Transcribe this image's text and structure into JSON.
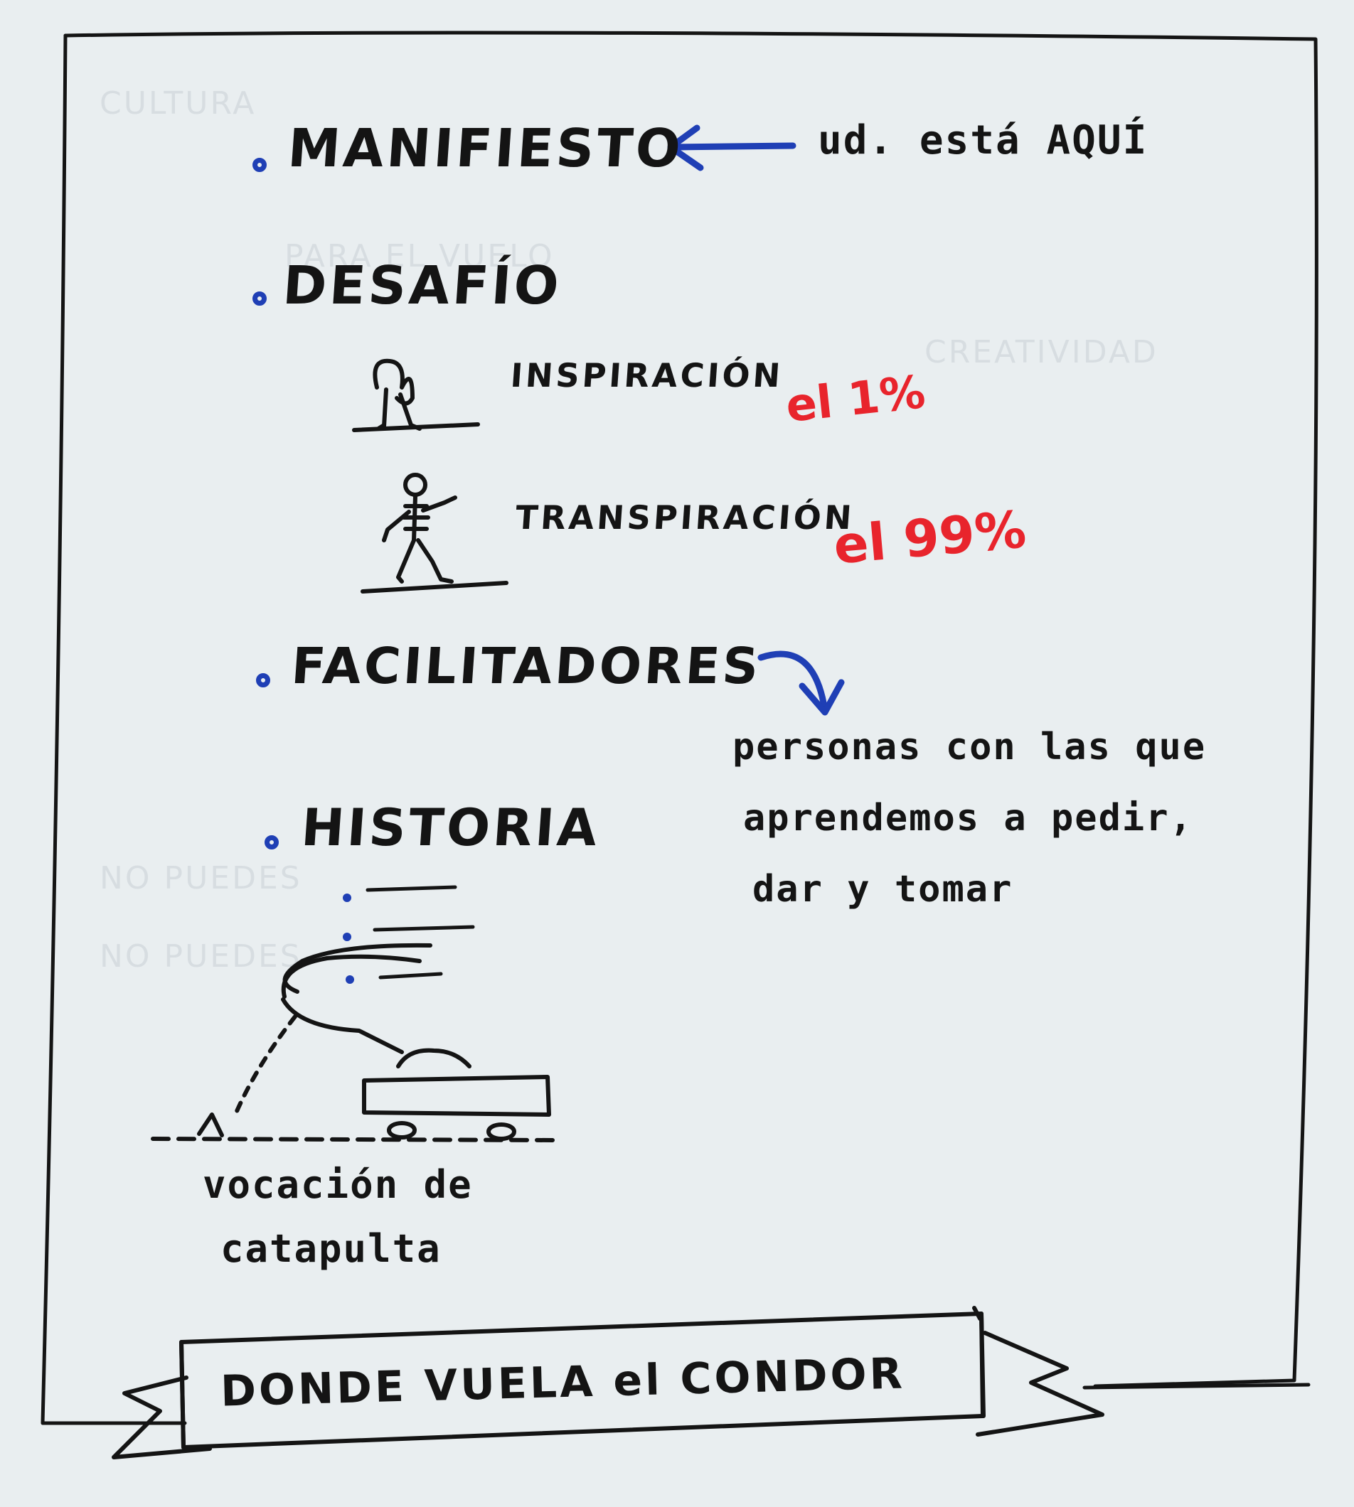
{
  "sections": [
    {
      "label": "MANIFIESTO"
    },
    {
      "label": "DESAFÍO"
    },
    {
      "label": "FACILITADORES"
    },
    {
      "label": "HISTORIA"
    }
  ],
  "manifiesto_note": "ud. está AQUÍ",
  "desafio": {
    "inspiracion": {
      "label": "INSPIRACIÓN",
      "percent": "el 1%"
    },
    "transpiracion": {
      "label": "TRANSPIRACIÓN",
      "percent": "el 99%"
    }
  },
  "facilitadores_note": {
    "line1": "personas con las que",
    "line2": "aprendemos a pedir,",
    "line3": "dar y tomar"
  },
  "historia_caption": {
    "line1": "vocación de",
    "line2": "catapulta"
  },
  "banner_title": "DONDE VUELA el CONDOR",
  "colors": {
    "ink": "#141414",
    "accent_blue": "#1f3fb5",
    "accent_red": "#e8242c",
    "paper": "#e9eef0"
  },
  "icons": [
    "left-arrow-icon",
    "curved-arrow-icon",
    "thinking-figure-icon",
    "walking-figure-icon",
    "catapult-icon",
    "banner-ribbon-icon"
  ]
}
